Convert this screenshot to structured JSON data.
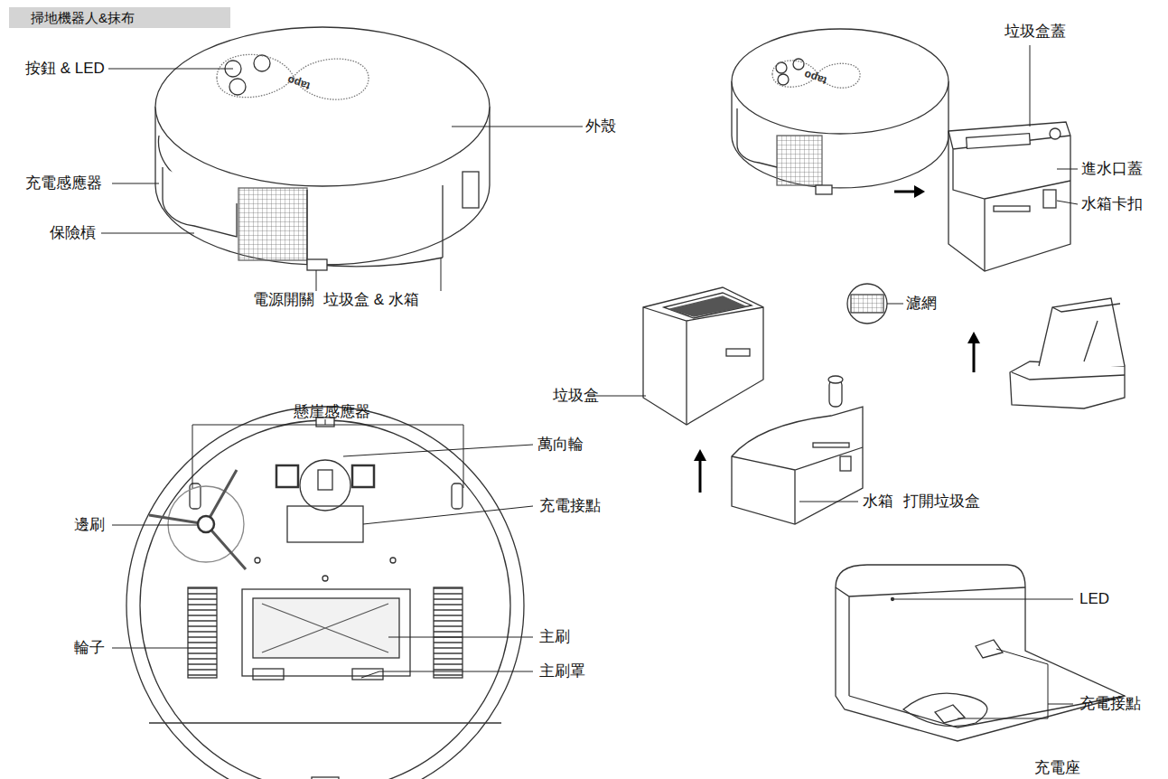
{
  "diagram": {
    "title": "掃地機器人&抹布",
    "labels": [
      "按鈕 & LED",
      "外殼",
      "充電感應器",
      "保險槓",
      "電源開關",
      "垃圾盒 & 水箱",
      "垃圾盒蓋",
      "進水口蓋",
      "水箱卡扣",
      "濾網",
      "垃圾盒",
      "水箱",
      "打開垃圾盒",
      "懸崖感應器",
      "萬向輪",
      "邊刷",
      "充電接點",
      "輪子",
      "主刷",
      "主刷罩",
      "LED",
      "充電接點",
      "充電座",
      "tapo",
      "tapo"
    ]
  }
}
